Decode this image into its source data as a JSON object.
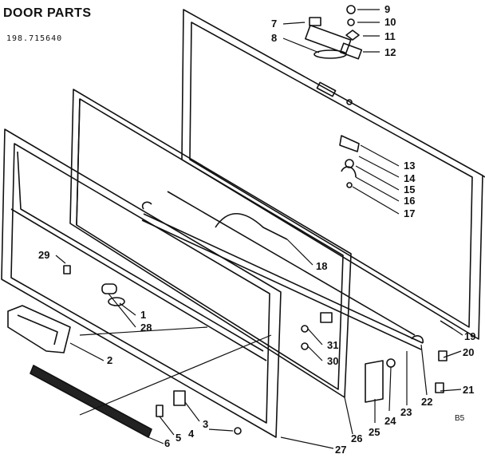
{
  "header": {
    "title": "DOOR PARTS",
    "model": "198.715640",
    "figure_code": "B5"
  },
  "callouts": [
    "1",
    "2",
    "3",
    "4",
    "5",
    "6",
    "7",
    "8",
    "9",
    "10",
    "11",
    "12",
    "13",
    "14",
    "15",
    "16",
    "17",
    "18",
    "19",
    "20",
    "21",
    "22",
    "23",
    "24",
    "25",
    "26",
    "27",
    "28",
    "29",
    "30",
    "31"
  ]
}
